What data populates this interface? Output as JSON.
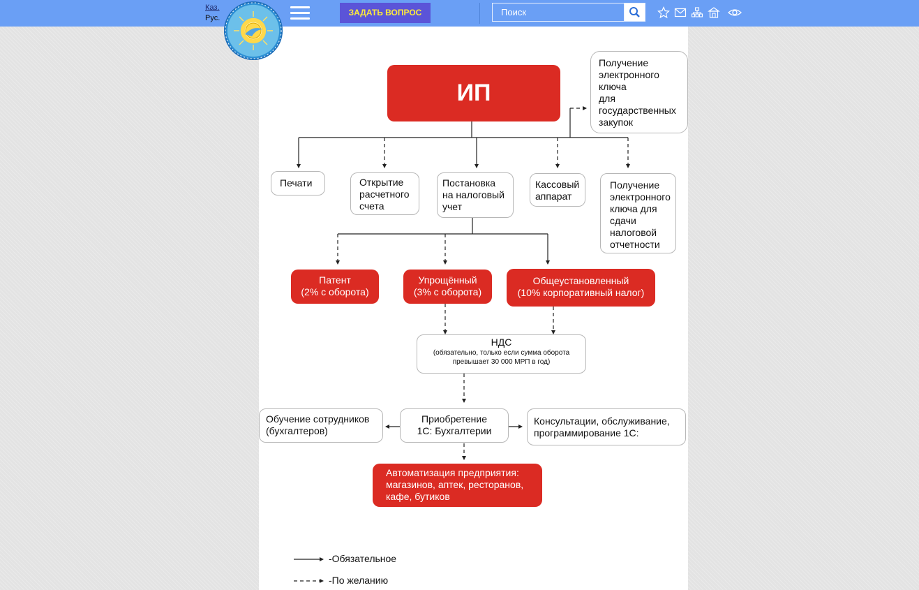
{
  "header": {
    "lang_kaz": "Каз.",
    "lang_rus": "Рус.",
    "ask_button": "ЗАДАТЬ ВОПРОС",
    "search_placeholder": "Поиск",
    "icons": [
      "star-icon",
      "mail-icon",
      "sitemap-icon",
      "home-icon",
      "eye-icon"
    ],
    "bar_color": "#6a9ff5",
    "ask_button_color": "#5b54d8"
  },
  "diagram": {
    "ip": "ИП",
    "egov_key": [
      "Получение",
      "электронного",
      "ключа",
      "для",
      "государственных",
      "закупок"
    ],
    "print": "Печати",
    "account": [
      "Открытие",
      "расчетного",
      "счета"
    ],
    "tax_reg": [
      "Постановка",
      "на налоговый",
      "учет"
    ],
    "cash": [
      "Кассовый",
      "аппарат"
    ],
    "tax_key": [
      "Получение",
      "электронного",
      "ключа для",
      "сдачи",
      "налоговой",
      "отчетности"
    ],
    "patent": [
      "Патент",
      "(2% с оборота)"
    ],
    "simplified": [
      "Упрощённый",
      "(3% с оборота)"
    ],
    "general": [
      "Общеустановленный",
      "(10% корпоративный налог)"
    ],
    "vat_title": "НДС",
    "vat_note": [
      "(обязательно, только если сумма оборота",
      "превышает 30 000 МРП в год)"
    ],
    "training": [
      "Обучение сотрудников",
      "(бухгалтеров)"
    ],
    "purchase": [
      "Приобретение",
      "1С: Бухгалтерии"
    ],
    "consult": [
      "Консультации, обслуживание,",
      "программирование 1С:"
    ],
    "automation": [
      "Автоматизация предприятия:",
      "магазинов, аптек, ресторанов,",
      "кафе, бутиков"
    ],
    "red_color": "#db2b23"
  },
  "legend": {
    "mandatory": "-Обязательное",
    "optional": "-По желанию"
  }
}
